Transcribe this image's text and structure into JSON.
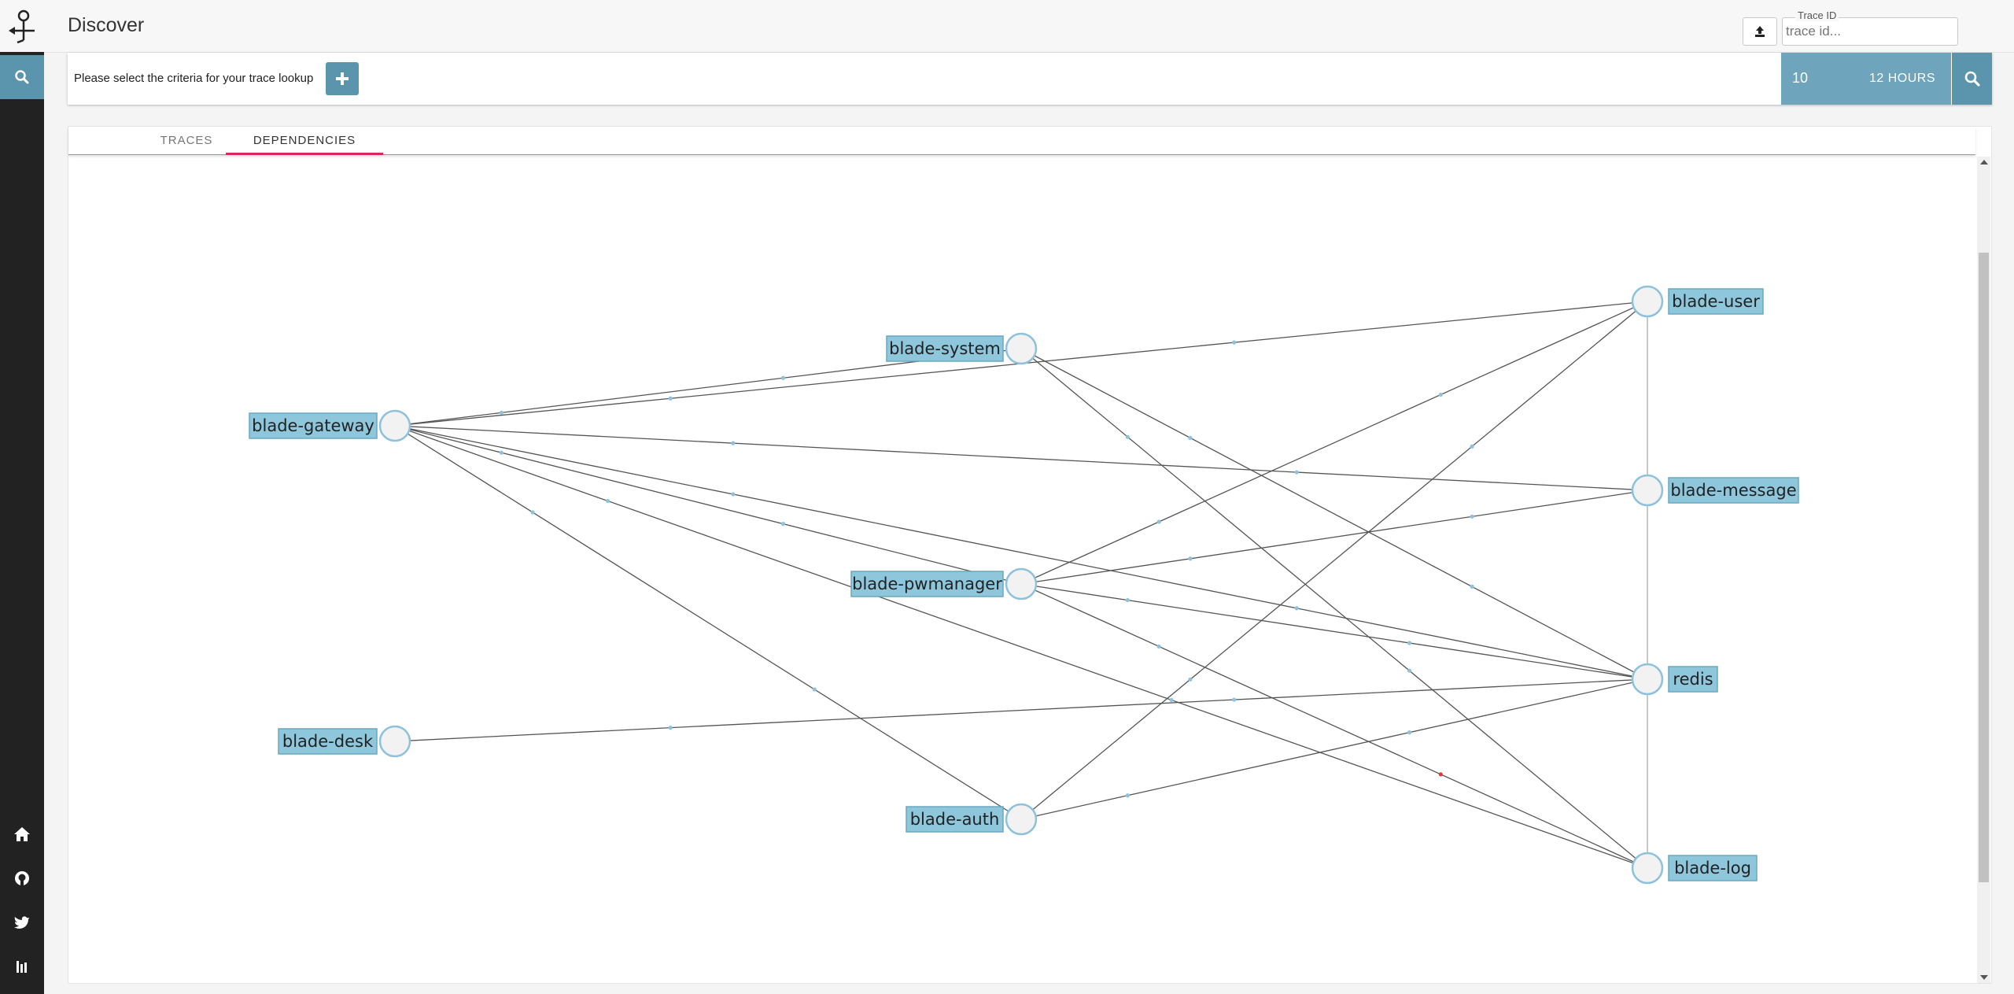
{
  "app": {
    "page_title": "Discover",
    "icons": {
      "logo": "jaeger-logo-icon",
      "search": "search-icon",
      "upload": "upload-icon",
      "add": "plus-icon",
      "home": "home-icon",
      "github": "github-icon",
      "twitter": "twitter-icon",
      "stats": "bars-icon"
    }
  },
  "header": {
    "trace_id_label": "Trace ID",
    "trace_id_placeholder": "trace id..."
  },
  "criteria": {
    "prompt": "Please select the criteria for your trace lookup",
    "limit": "10",
    "range": "12 HOURS"
  },
  "tabs": [
    {
      "label": "TRACES",
      "active": false
    },
    {
      "label": "DEPENDENCIES",
      "active": true
    }
  ],
  "colors": {
    "accent": "#5b95ad",
    "accent_light": "#6ea4bc",
    "tab_active": "#e0245e",
    "node_fill": "#8ec7dc",
    "error_dot": "#e53935"
  },
  "dependencies": {
    "nodes": [
      {
        "id": "gateway",
        "label": "blade-gateway"
      },
      {
        "id": "desk",
        "label": "blade-desk"
      },
      {
        "id": "system",
        "label": "blade-system"
      },
      {
        "id": "pwmanager",
        "label": "blade-pwmanager"
      },
      {
        "id": "auth",
        "label": "blade-auth"
      },
      {
        "id": "user",
        "label": "blade-user"
      },
      {
        "id": "message",
        "label": "blade-message"
      },
      {
        "id": "redis",
        "label": "redis"
      },
      {
        "id": "log",
        "label": "blade-log"
      }
    ],
    "edges": [
      {
        "source": "gateway",
        "target": "system"
      },
      {
        "source": "gateway",
        "target": "user"
      },
      {
        "source": "gateway",
        "target": "message"
      },
      {
        "source": "gateway",
        "target": "pwmanager"
      },
      {
        "source": "gateway",
        "target": "auth"
      },
      {
        "source": "gateway",
        "target": "redis"
      },
      {
        "source": "gateway",
        "target": "log"
      },
      {
        "source": "desk",
        "target": "redis"
      },
      {
        "source": "system",
        "target": "redis"
      },
      {
        "source": "system",
        "target": "log"
      },
      {
        "source": "pwmanager",
        "target": "user"
      },
      {
        "source": "pwmanager",
        "target": "message"
      },
      {
        "source": "pwmanager",
        "target": "redis"
      },
      {
        "source": "pwmanager",
        "target": "log",
        "error": true
      },
      {
        "source": "auth",
        "target": "user"
      },
      {
        "source": "auth",
        "target": "redis"
      },
      {
        "source": "user",
        "target": "message",
        "light": true
      },
      {
        "source": "message",
        "target": "redis",
        "light": true
      },
      {
        "source": "redis",
        "target": "log",
        "light": true
      }
    ]
  }
}
